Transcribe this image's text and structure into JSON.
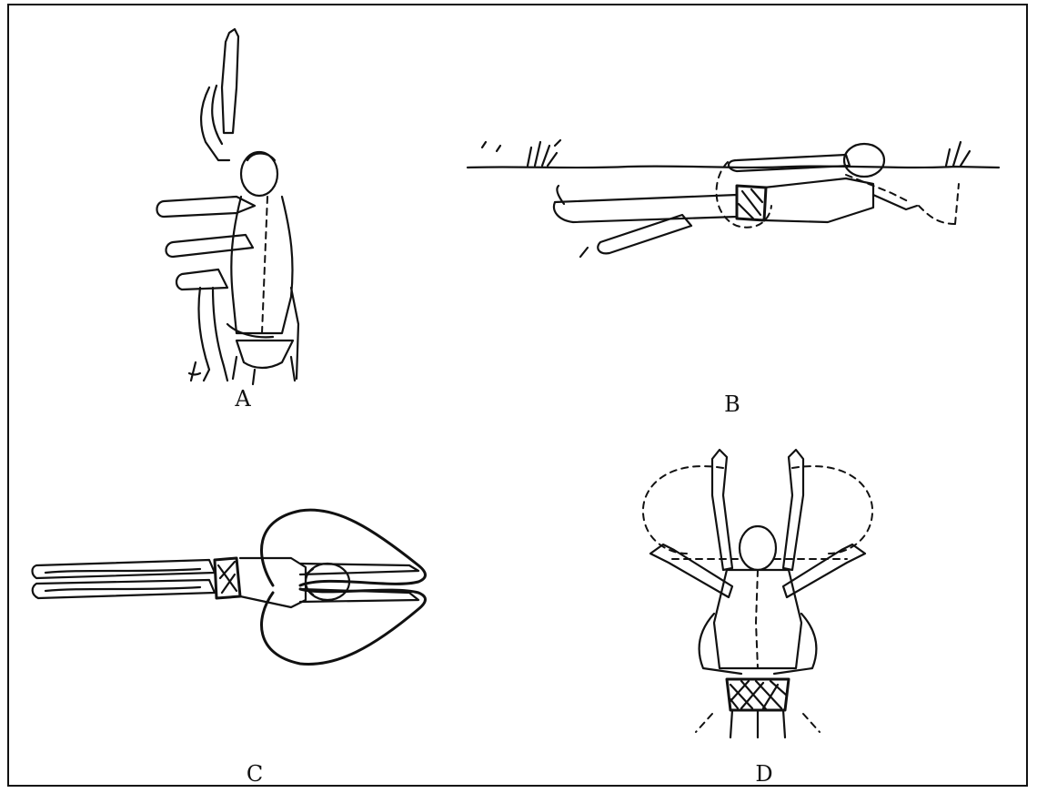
{
  "panels": [
    {
      "id": "A",
      "label": "A"
    },
    {
      "id": "B",
      "label": "B"
    },
    {
      "id": "C",
      "label": "C"
    },
    {
      "id": "D",
      "label": "D"
    }
  ],
  "colors": {
    "ink": "#111111",
    "background": "#ffffff"
  }
}
